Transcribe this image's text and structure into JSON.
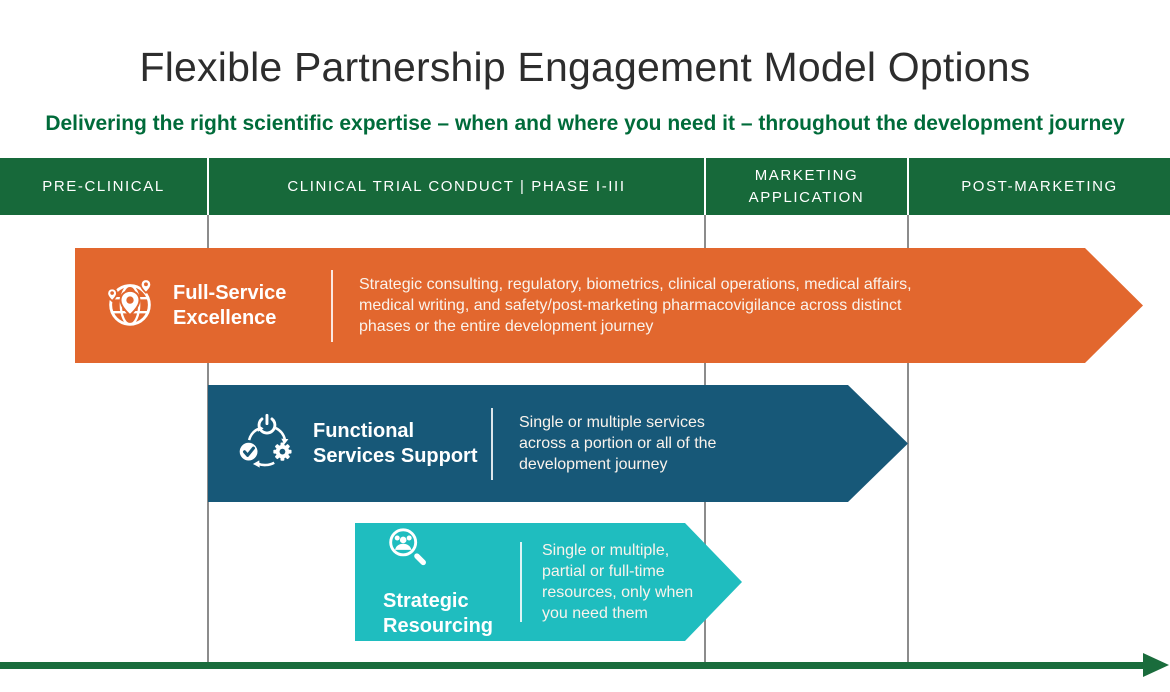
{
  "title": "Flexible Partnership Engagement Model Options",
  "subtitle": "Delivering the right scientific expertise – when and where you need it – throughout the development journey",
  "phases": [
    {
      "label": "PRE-CLINICAL"
    },
    {
      "label": "CLINICAL TRIAL CONDUCT | PHASE I-III"
    },
    {
      "label": "MARKETING APPLICATION"
    },
    {
      "label": "POST-MARKETING"
    }
  ],
  "models": [
    {
      "name": "Full-Service Excellence",
      "icon": "globe-location-pins-icon",
      "color": "#e2672e",
      "description": "Strategic consulting, regulatory, biometrics, clinical operations, medical affairs, medical writing, and safety/post-marketing pharmacovigilance across distinct phases or the entire development journey"
    },
    {
      "name": "Functional Services Support",
      "icon": "service-cycle-icon",
      "color": "#175878",
      "description": "Single or multiple services across a portion or all of the development journey"
    },
    {
      "name": "Strategic Resourcing",
      "icon": "talent-search-icon",
      "color": "#1fbdbf",
      "description": "Single or multiple, partial or full-time resources, only when you need them"
    }
  ],
  "colors": {
    "header_green": "#17693a",
    "accent_green": "#006b3a",
    "journey_arrow_green": "#1a6c3c",
    "orange": "#e2672e",
    "blue": "#175878",
    "teal": "#1fbdbf",
    "title_text": "#2d2d2d",
    "timeline_gray": "#8c8c8c"
  }
}
